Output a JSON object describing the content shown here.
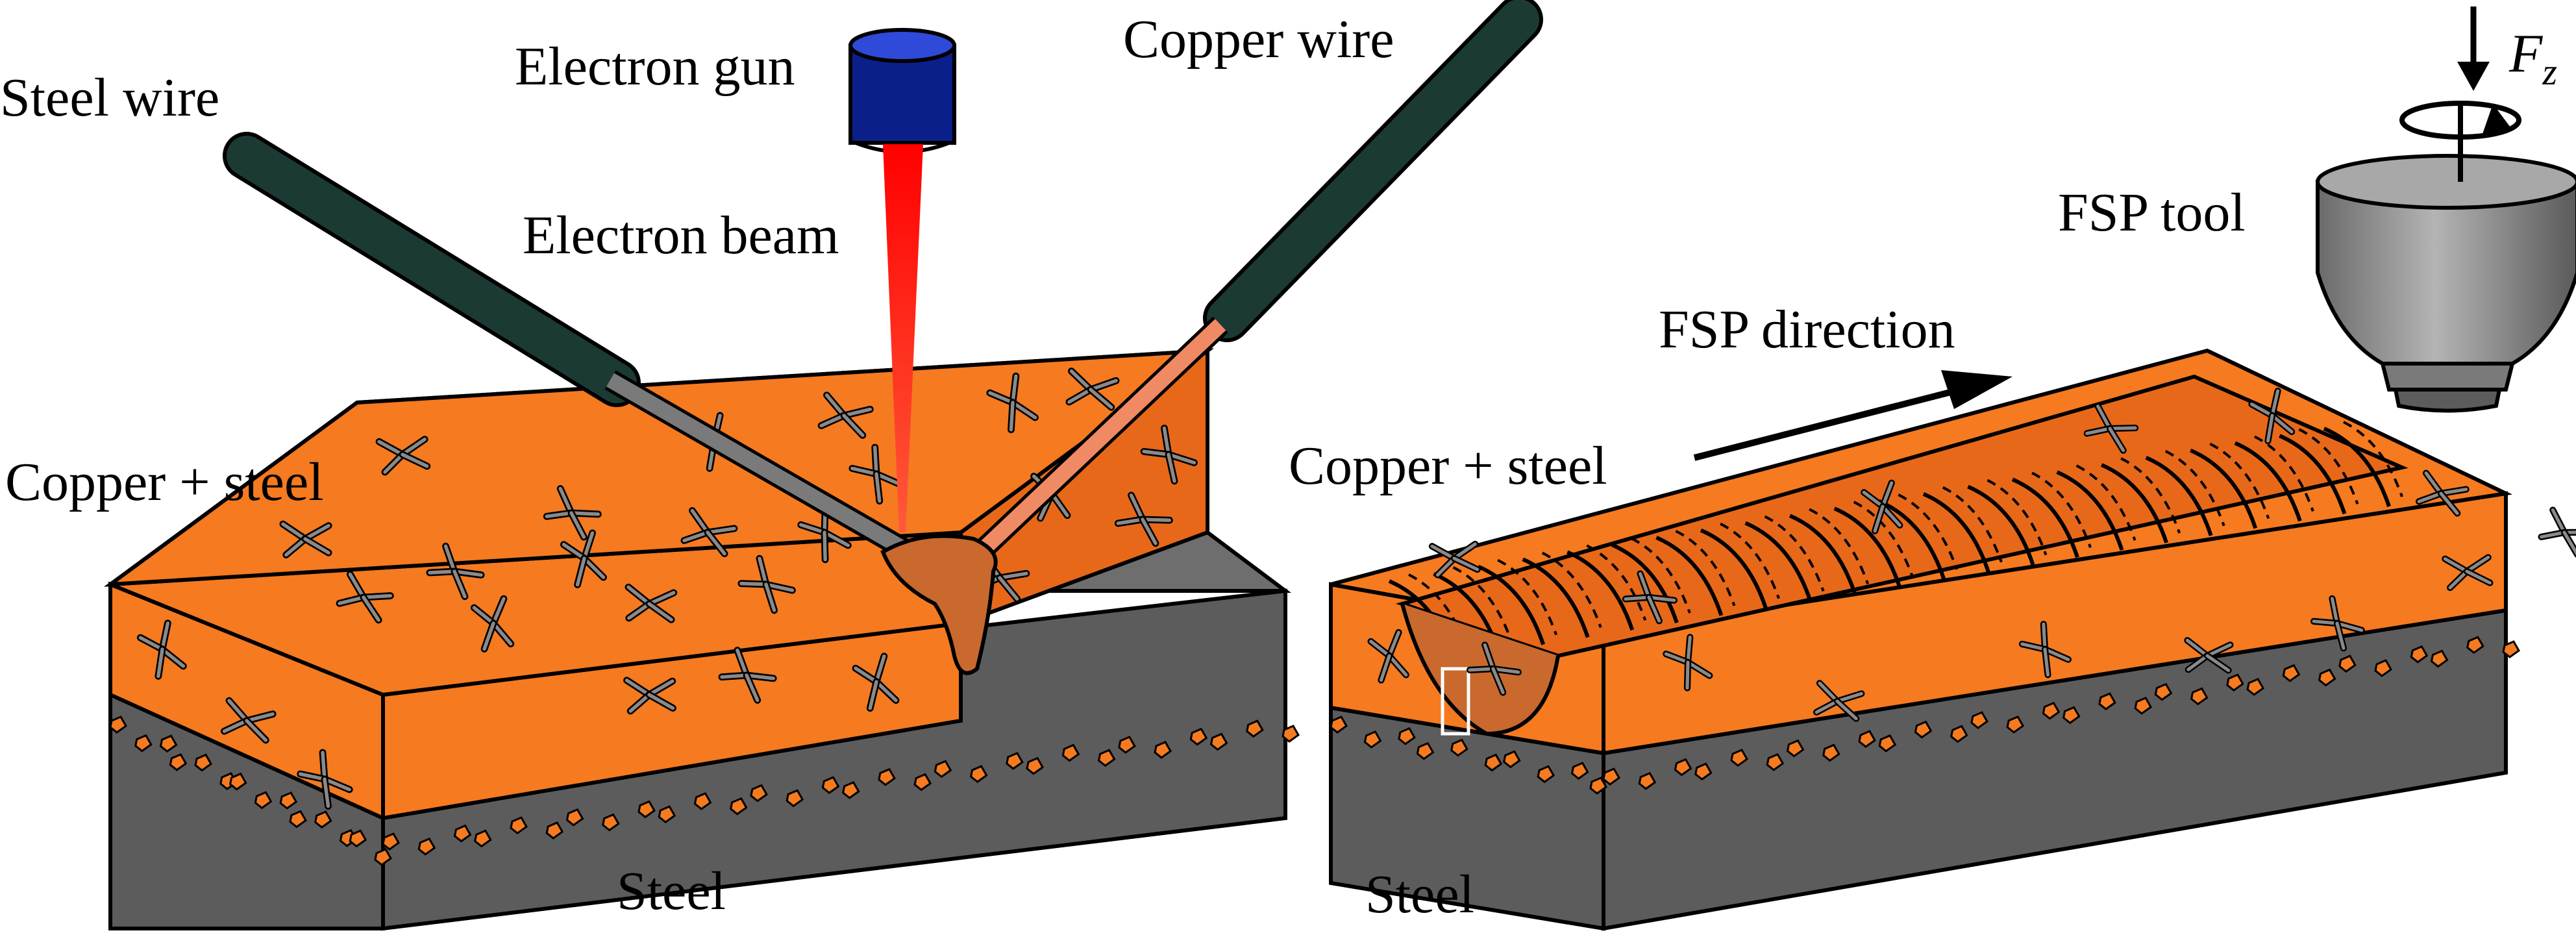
{
  "labels": {
    "steel_wire": "Steel wire",
    "electron_gun": "Electron gun",
    "copper_wire": "Copper wire",
    "electron_beam": "Electron beam",
    "copper_steel_left": "Copper + steel",
    "steel_left": "Steel",
    "fsp_direction": "FSP direction",
    "copper_steel_right": "Copper + steel",
    "steel_right": "Steel",
    "fsp_tool": "FSP tool",
    "force_symbol": "F",
    "force_subscript": "z"
  },
  "colors": {
    "copper": "#f57a20",
    "copper_dark": "#e8681a",
    "steel_top": "#6e6e6e",
    "steel_front": "#5c5c5c",
    "steel_side": "#3f3f3f",
    "wire_sheath": "#1c3a34",
    "steel_rod": "#7a7a7a",
    "copper_rod": "#f08a64",
    "beam": "#ff1a1a",
    "gun_body": "#0a1f8a",
    "gun_top": "#2f49d8",
    "melt_pool": "#c9692e",
    "tool_body": "#8c8c8c"
  }
}
